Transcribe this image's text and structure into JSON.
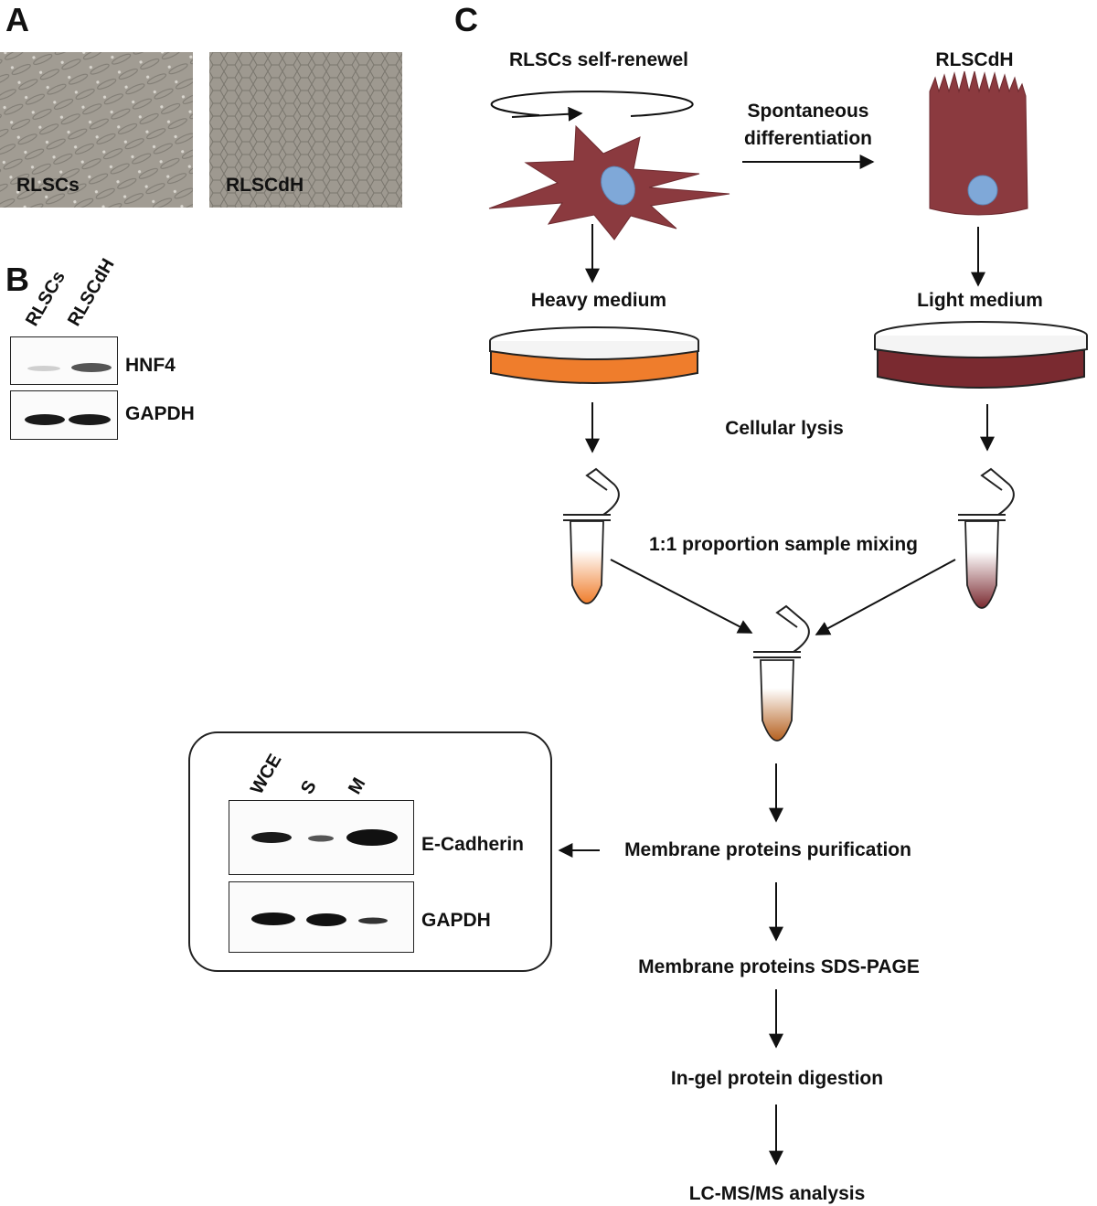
{
  "panels": {
    "a": "A",
    "b": "B",
    "c": "C"
  },
  "panel_a": {
    "left_caption": "RLSCs",
    "right_caption": "RLSCdH"
  },
  "panel_b": {
    "lanes": [
      "RLSCs",
      "RLSCdH"
    ],
    "bands": [
      "HNF4",
      "GAPDH"
    ]
  },
  "panel_c": {
    "self_renewal": "RLSCs self-renewel",
    "differentiated": "RLSCdH",
    "differentiation_line1": "Spontaneous",
    "differentiation_line2": "differentiation",
    "heavy_medium": "Heavy medium",
    "light_medium": "Light medium",
    "lysis": "Cellular lysis",
    "mixing": "1:1 proportion sample mixing",
    "step_membrane_purification": "Membrane proteins purification",
    "step_sds_page": "Membrane proteins SDS-PAGE",
    "step_digestion": "In-gel protein digestion",
    "step_lcms": "LC-MS/MS analysis",
    "colors": {
      "cell": "#8b3a3f",
      "nucleus": "#7fa8d8",
      "heavy_medium": "#ef7d2c",
      "light_medium": "#7a2a30"
    }
  },
  "inset": {
    "lanes": [
      "WCE",
      "S",
      "M"
    ],
    "bands": [
      "E-Cadherin",
      "GAPDH"
    ]
  }
}
